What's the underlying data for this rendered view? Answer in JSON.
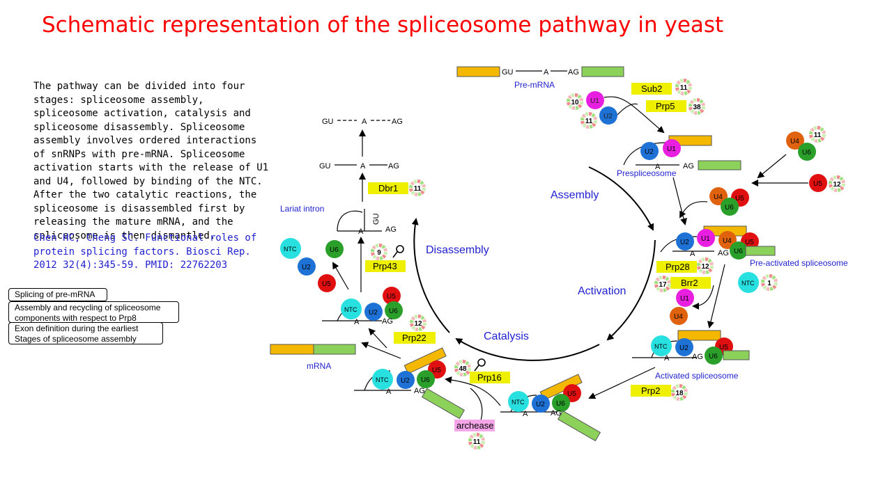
{
  "title": "Schematic representation of the spliceosome pathway in yeast",
  "description": "The pathway can be divided into four stages: spliceosome assembly, spliceosome activation, catalysis and spliceosome disassembly. Spliceosome assembly involves ordered interactions of snRNPs with pre-mRNA. Spliceosome activation starts with the release of U1 and U4, followed by binding of the NTC. After the two catalytic reactions, the spliceosome is disassembled first by releasing the mature mRNA, and the spliceosome is then dismantled.",
  "citation": "Chen HC, Cheng SC. Functional roles of protein splicing factors. Biosci Rep. 2012 32(4):345-59. PMID: 22762203",
  "link_boxes": [
    {
      "label": "Splicing of pre-mRNA"
    },
    {
      "label": "Assembly and recycling of spliceosome components with respect to Prp8"
    },
    {
      "label": "Exon definition during the earliest Stages of spliceosome assembly"
    }
  ],
  "stages": {
    "assembly": "Assembly",
    "activation": "Activation",
    "catalysis": "Catalysis",
    "disassembly": "Disassembly"
  },
  "complex_labels": {
    "pre_mrna": "Pre-mRNA",
    "prespliceosome": "Prespliceosome",
    "pre_activated": "Pre-activated spliceosome",
    "activated": "Activated spliceosome",
    "mrna": "mRNA",
    "lariat": "Lariat intron"
  },
  "rna_labels": {
    "gu": "GU",
    "a": "A",
    "ag": "AG"
  },
  "snrnps": {
    "u1": "U1",
    "u2": "U2",
    "u4": "U4",
    "u5": "U5",
    "u6": "U6",
    "ntc": "NTC"
  },
  "factors": {
    "sub2": "Sub2",
    "prp5": "Prp5",
    "prp28": "Prp28",
    "brr2": "Brr2",
    "prp2": "Prp2",
    "prp16": "Prp16",
    "prp22": "Prp22",
    "prp43": "Prp43",
    "dbr1": "Dbr1",
    "archease": "archease"
  },
  "counts": {
    "sub2": "11",
    "prp5": "38",
    "u1_a": "10",
    "u1_b": "11",
    "u4u6": "11",
    "u5": "12",
    "prp28": "12",
    "brr2": "17",
    "ntc": "1",
    "prp2": "18",
    "prp16": "48",
    "archease": "11",
    "prp22": "12",
    "prp43": "9",
    "dbr1": "11"
  },
  "colors": {
    "title": "#ff0000",
    "stage_text": "#1f1fd0",
    "u1": "#e81fe0",
    "u2": "#1e72d6",
    "u4": "#e0610e",
    "u5": "#e01010",
    "u6": "#2aa02a",
    "ntc": "#28e0e0",
    "exon_orange": "#f5b800",
    "exon_green": "#8bd15a",
    "factor_yellow": "#eef000",
    "archease_pink": "#f4a6e8"
  }
}
